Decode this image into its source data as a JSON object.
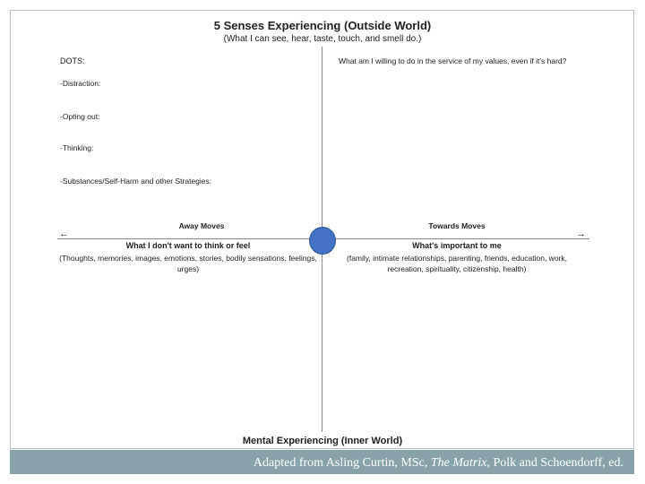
{
  "header": {
    "title": "5 Senses Experiencing (Outside World)",
    "subtitle": "(What I can see, hear, taste, touch, and smell do.)"
  },
  "left_panel": {
    "heading": "DOTS:",
    "items": [
      "-Distraction:",
      "-Opting out:",
      "-Thinking:",
      "-Substances/Self-Harm and other Strategies:"
    ]
  },
  "right_panel": {
    "question": "What am I willing to do in the service of my values, even if it's hard?"
  },
  "axis": {
    "left_arrow": "←",
    "right_arrow": "→"
  },
  "away": {
    "heading": "Away Moves",
    "subheading": "What I don't want to think or feel",
    "body": "(Thoughts, memories, images, emotions, stories, bodily sensations, feelings, urges)"
  },
  "towards": {
    "heading": "Towards Moves",
    "subheading": "What's important to me",
    "body": "(family, intimate relationships, parenting, friends, education, work, recreation, spirituality, citizenship, health)"
  },
  "bottom": {
    "title": "Mental Experiencing (Inner World)"
  },
  "footer": {
    "credit_prefix": "Adapted from Asling Curtin, MSc, ",
    "credit_italic": "The Matrix",
    "credit_suffix": ", Polk and Schoendorff, ed."
  },
  "colors": {
    "circle": "#4472c4",
    "footer_bar": "#88a3a9"
  }
}
